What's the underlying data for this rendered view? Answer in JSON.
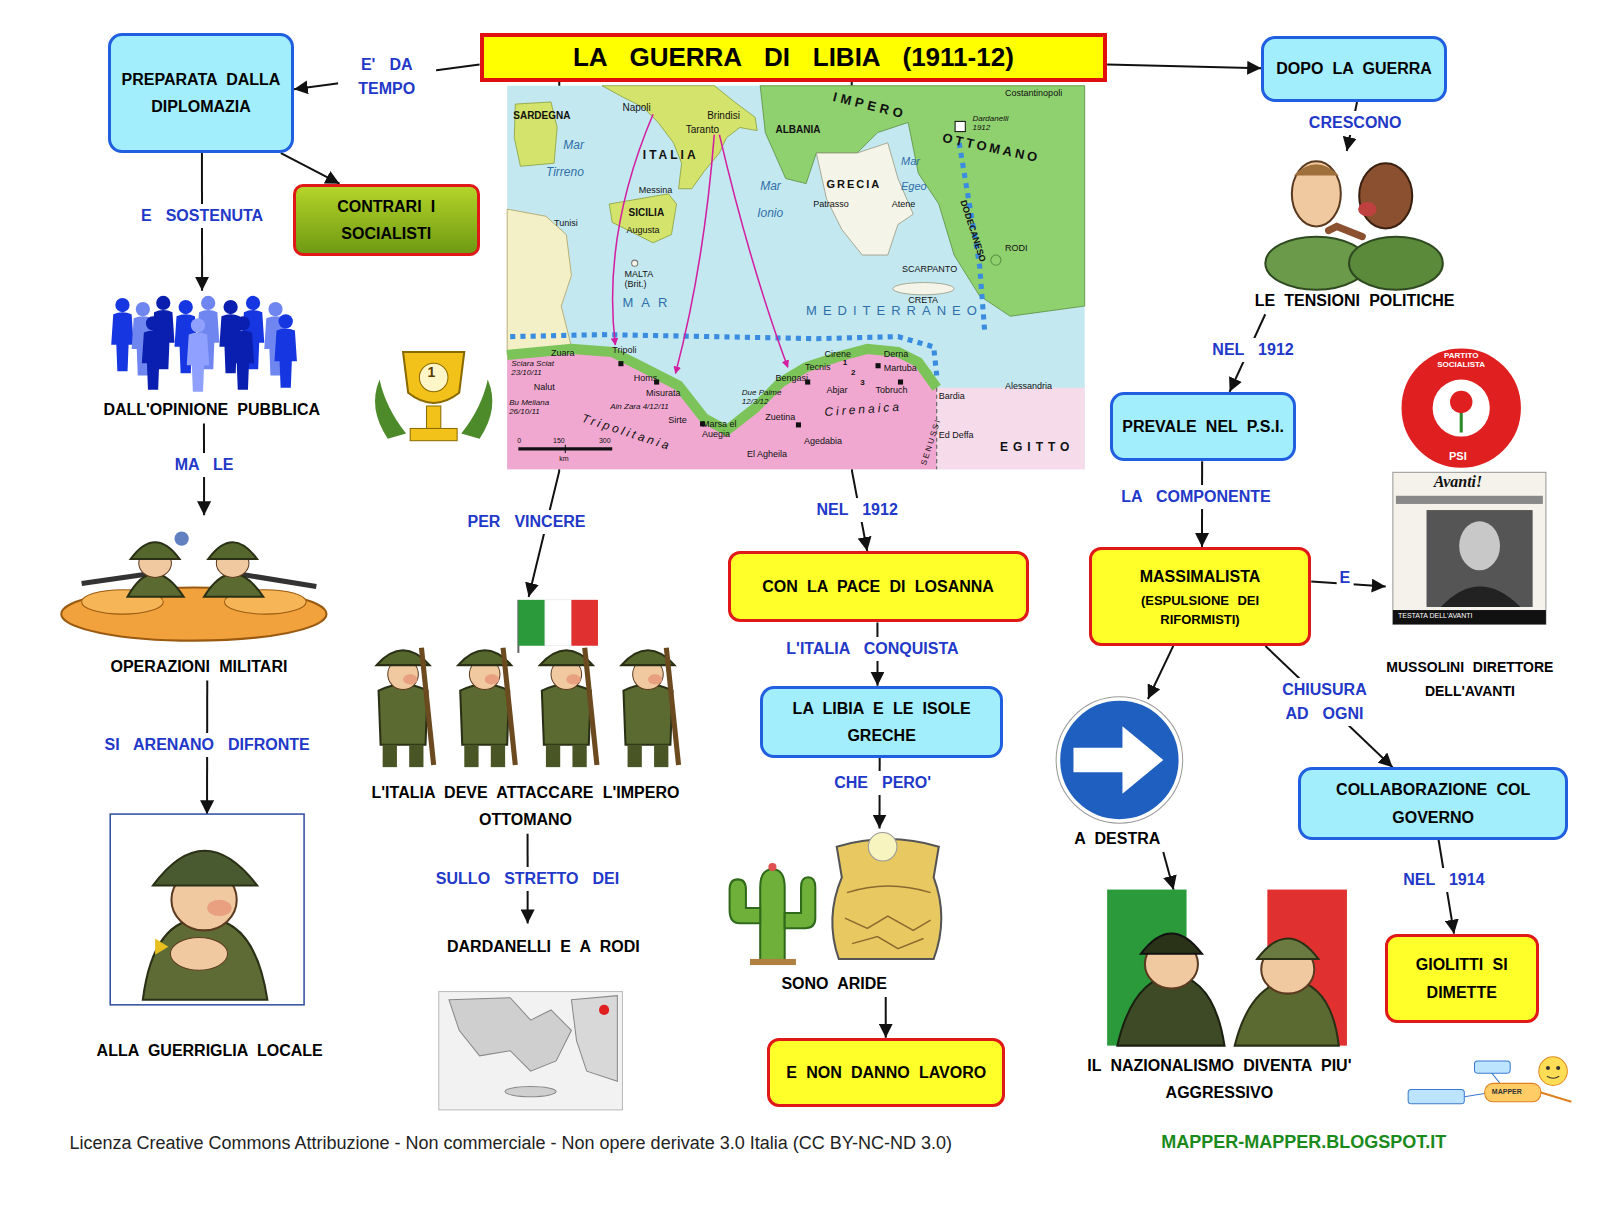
{
  "diagram": {
    "nodes": [
      {
        "text": [
          "LA GUERRA DI LIBIA (1911-12)"
        ]
      },
      {
        "text": [
          "PREPARATA DALLA DIPLOMAZIA"
        ]
      },
      {
        "text": [
          "CONTRARI I SOCIALISTI"
        ]
      },
      {
        "text": [
          "DALL'OPINIONE PUBBLICA"
        ]
      },
      {
        "text": [
          "OPERAZIONI MILITARI"
        ]
      },
      {
        "text": [
          "ALLA GUERRIGLIA LOCALE"
        ]
      },
      {
        "text": [
          "L'ITALIA DEVE ATTACCARE L'IMPERO OTTOMANO"
        ]
      },
      {
        "text": [
          "DARDANELLI E A RODI"
        ]
      },
      {
        "text": [
          "CON LA PACE DI LOSANNA"
        ]
      },
      {
        "text": [
          "LA LIBIA E LE ISOLE GRECHE"
        ]
      },
      {
        "text": [
          "SONO ARIDE"
        ]
      },
      {
        "text": [
          "E NON DANNO LAVORO"
        ]
      },
      {
        "text": [
          "DOPO LA GUERRA"
        ]
      },
      {
        "text": [
          "LE TENSIONI POLITICHE"
        ]
      },
      {
        "text": [
          "PREVALE NEL P.S.I."
        ]
      },
      {
        "text": [
          "MASSIMALISTA",
          "(ESPULSIONE DEI RIFORMISTI)"
        ]
      },
      {
        "text": [
          "MUSSOLINI DIRETTORE DELL'AVANTI"
        ]
      },
      {
        "text": [
          "A DESTRA"
        ]
      },
      {
        "text": [
          "IL NAZIONALISMO DIVENTA PIU' AGGRESSIVO"
        ]
      },
      {
        "text": [
          "COLLABORAZIONE COL GOVERNO"
        ]
      },
      {
        "text": [
          "GIOLITTI SI DIMETTE"
        ]
      }
    ],
    "edges": [
      {
        "from": 0,
        "to": 1,
        "label": "E' DA TEMPO",
        "arrow": "to"
      },
      {
        "from": 1,
        "to": 2,
        "arrow": "to"
      },
      {
        "from": 1,
        "to": 3,
        "label": "E SOSTENUTA",
        "arrow": "to"
      },
      {
        "from": 3,
        "to": 4,
        "label": "MA LE",
        "arrow": "to"
      },
      {
        "from": 4,
        "to": 5,
        "label": "SI ARENANO DIFRONTE",
        "arrow": "to"
      },
      {
        "from": 0,
        "to": 6,
        "label": "PER VINCERE",
        "arrow": "to"
      },
      {
        "from": 6,
        "to": 7,
        "label": "SULLO STRETTO DEI",
        "arrow": "to"
      },
      {
        "from": 0,
        "to": 8,
        "label": "NEL 1912",
        "arrow": "to"
      },
      {
        "from": 8,
        "to": 9,
        "label": "L'ITALIA CONQUISTA",
        "arrow": "to"
      },
      {
        "from": 9,
        "to": 10,
        "label": "CHE PERO'",
        "arrow": "to"
      },
      {
        "from": 10,
        "to": 11,
        "arrow": "to"
      },
      {
        "from": 0,
        "to": 12,
        "arrow": "to"
      },
      {
        "from": 12,
        "to": 13,
        "label": "CRESCONO",
        "arrow": "to"
      },
      {
        "from": 13,
        "to": 14,
        "label": "NEL 1912",
        "arrow": "to"
      },
      {
        "from": 14,
        "to": 15,
        "label": "LA COMPONENTE",
        "arrow": "to"
      },
      {
        "from": 15,
        "to": 16,
        "label": "E",
        "arrow": "to"
      },
      {
        "from": 15,
        "to": 17,
        "arrow": "to"
      },
      {
        "from": 15,
        "to": 19,
        "label": "CHIUSURA AD OGNI",
        "arrow": "to"
      },
      {
        "from": 17,
        "to": 18,
        "arrow": "to"
      },
      {
        "from": 19,
        "to": 20,
        "label": "NEL 1914",
        "arrow": "to"
      }
    ],
    "labels": [
      "SARDEGNA",
      "Mar",
      "Tirreno",
      "Napoli",
      "Brindisi",
      "Taranto",
      "ALBANIA",
      "IMPERO",
      "OTTOMANO",
      "Costantinopoli",
      "Dardanelli 1912",
      "ITALIA",
      "GRECIA",
      "Patrasso",
      "Atene",
      "Mar",
      "Egeo",
      "Mar",
      "Ionio",
      "Messina",
      "SICILIA",
      "Augusta",
      "Tunisi",
      "MALTA (Brit.)",
      "MAR",
      "MEDITERRANEO",
      "DODECANESO",
      "RODI",
      "SCARPANTO",
      "CRETA",
      "Zuara",
      "Tripoli",
      "Sciara Sciat 23/10/11",
      "Nalut",
      "Homs",
      "Misurata",
      "Bu Meliana 26/10/11",
      "Ain Zara 4/12/11",
      "Tripolitania",
      "Sirte",
      "Marsa el Auegia",
      "El Agheila",
      "Bengasi",
      "Due Palme 12/3/12",
      "Zuetina",
      "Agedabia",
      "Cirenaica",
      "Cirene",
      "Tecnis",
      "Derna",
      "Martuba",
      "Abjar",
      "Tobruch",
      "Bardia",
      "Alessandria",
      "Ed Deffa",
      "EGITTO",
      "SENUSSI",
      "0",
      "150",
      "300",
      "km",
      "1",
      "2",
      "3",
      "PARTITO SOCIALISTA",
      "PSI",
      "Avanti!",
      "TESTATA DELL'AVANTI",
      "MAPPER",
      "Licenza Creative Commons Attribuzione - Non commerciale - Non opere derivate 3.0 Italia (CC BY-NC-ND 3.0)",
      "MAPPER-MAPPER.BLOGSPOT.IT",
      "1"
    ]
  }
}
